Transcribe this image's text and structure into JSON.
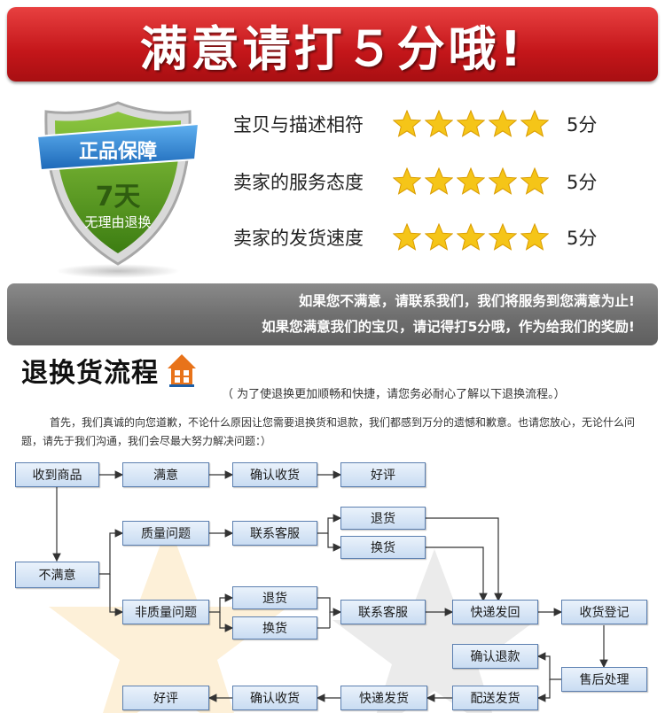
{
  "banner": {
    "text": "满意请打５分哦!"
  },
  "shield": {
    "badge": "正品保障",
    "days": "7天",
    "policy": "无理由退换"
  },
  "ratings": [
    {
      "label": "宝贝与描述相符",
      "stars": 5,
      "score": "5分"
    },
    {
      "label": "卖家的服务态度",
      "stars": 5,
      "score": "5分"
    },
    {
      "label": "卖家的发货速度",
      "stars": 5,
      "score": "5分"
    }
  ],
  "notice": {
    "line1": "如果您不满意，请联系我们，我们将服务到您满意为止!",
    "line2": "如果您满意我们的宝贝，请记得打5分哦，作为给我们的奖励!"
  },
  "section": {
    "title": "退换货流程",
    "note": "（ 为了使退换更加顺畅和快捷，请您务必耐心了解以下退换流程。）"
  },
  "intro": "首先，我们真诚的向您道歉，不论什么原因让您需要退换货和退款，我们都感到万分的遗憾和歉意。也请您放心，无论什么问题，请先于我们沟通，我们会尽最大努力解决问题：）",
  "flow": {
    "received": "收到商品",
    "satisfied": "满意",
    "confirm_receipt_top": "确认收货",
    "good_review_top": "好评",
    "quality_issue": "质量问题",
    "contact_cs_top": "联系客服",
    "return_top": "退货",
    "exchange_top": "换货",
    "unsatisfied": "不满意",
    "non_quality_issue": "非质量问题",
    "return_mid": "退货",
    "exchange_mid": "换货",
    "contact_cs_mid": "联系客服",
    "express_return": "快递发回",
    "receipt_register": "收货登记",
    "confirm_refund": "确认退款",
    "after_sale": "售后处理",
    "good_review_bottom": "好评",
    "confirm_receipt_bottom": "确认收货",
    "express_ship": "快递发货",
    "delivery_ship": "配送发货"
  },
  "colors": {
    "banner": "#c4161a",
    "shield_green": "#4f9a1f",
    "ribbon": "#2b7fd0",
    "star": "#f5c518",
    "node_border": "#5b7fb0"
  }
}
